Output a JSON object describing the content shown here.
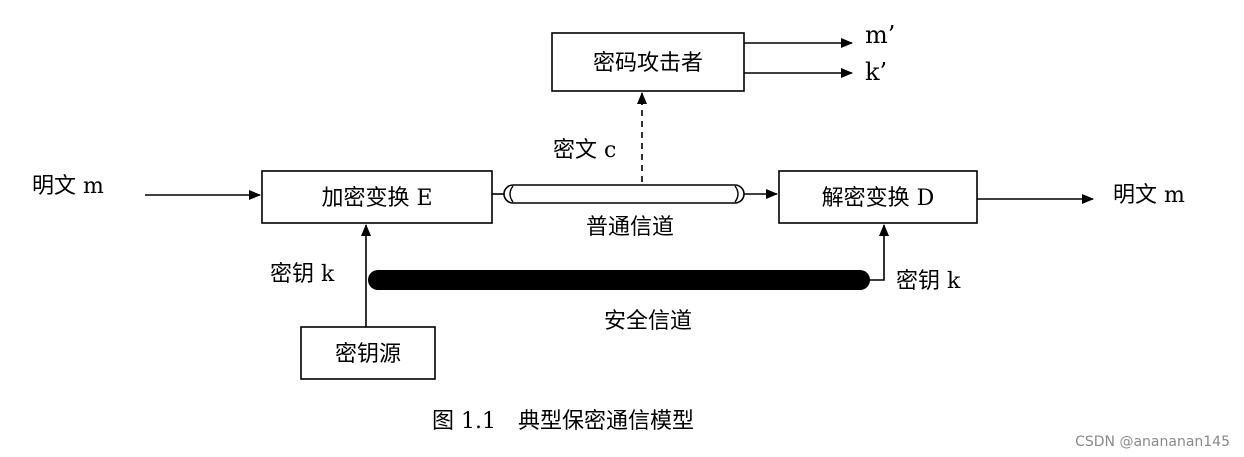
{
  "diagram": {
    "boxes": {
      "encrypt": "加密变换 E",
      "decrypt": "解密变换 D",
      "attacker": "密码攻击者",
      "key_source": "密钥源"
    },
    "labels": {
      "plaintext_in": "明文 m",
      "plaintext_out": "明文 m",
      "ciphertext": "密文 c",
      "key_left": "密钥 k",
      "key_right": "密钥 k",
      "m_prime": "m’",
      "k_prime": "k’",
      "public_channel": "普通信道",
      "secure_channel": "安全信道"
    }
  },
  "caption": "图 1.1　典型保密通信模型",
  "watermark": "CSDN @anananan145"
}
